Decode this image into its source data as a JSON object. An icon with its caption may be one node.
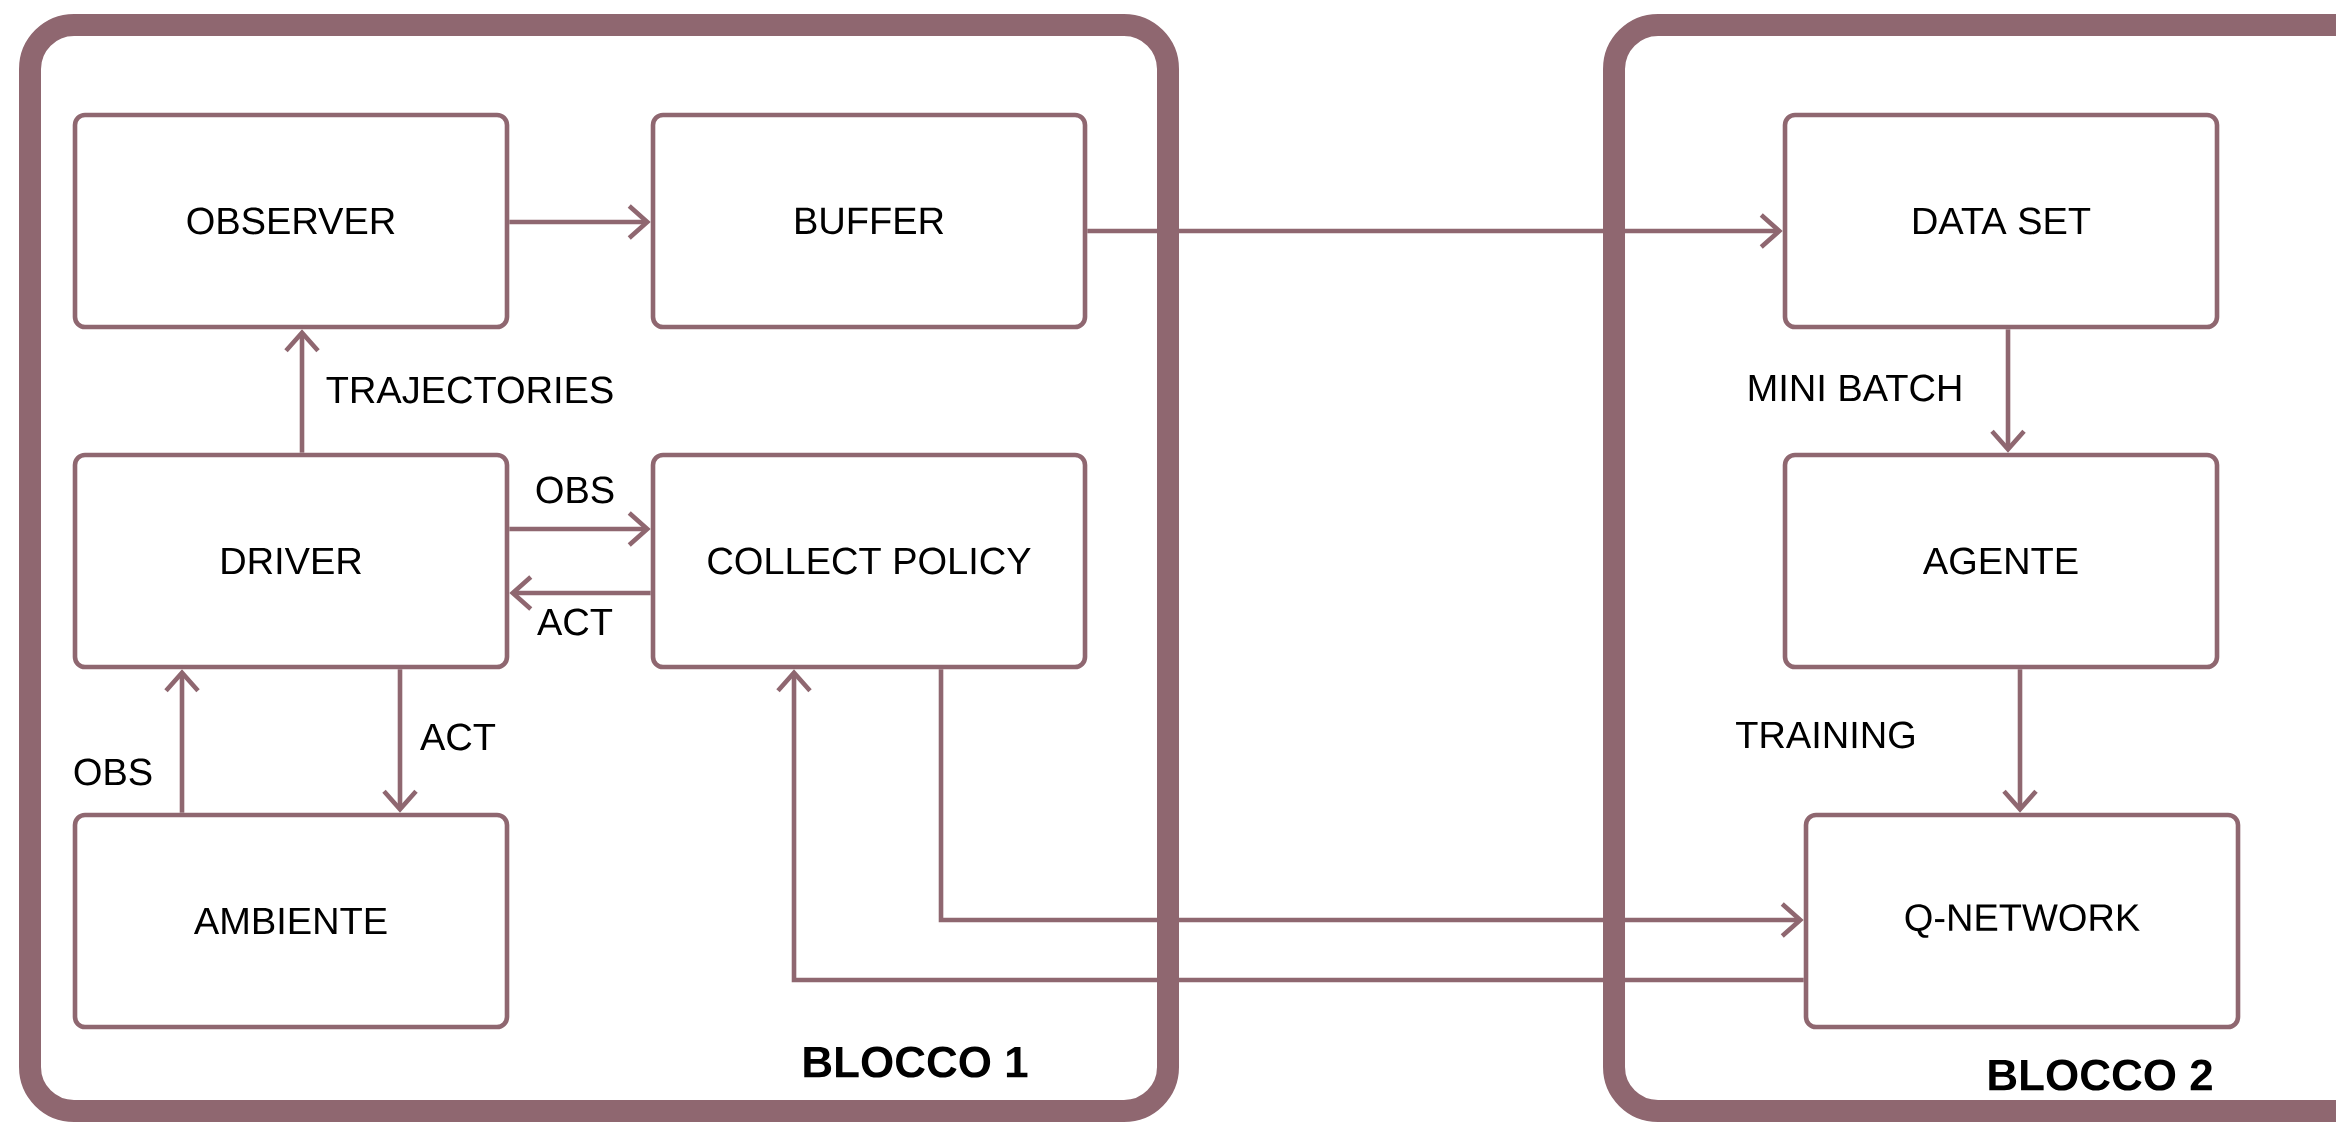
{
  "diagram": {
    "nodes": [
      {
        "text": [
          "BLOCCO 1"
        ]
      },
      {
        "text": [
          "OBSERVER"
        ],
        "in": 0
      },
      {
        "text": [
          "BUFFER"
        ],
        "in": 0
      },
      {
        "text": [
          "DRIVER"
        ],
        "in": 0
      },
      {
        "text": [
          "COLLECT POLICY"
        ],
        "in": 0
      },
      {
        "text": [
          "AMBIENTE"
        ],
        "in": 0
      },
      {
        "text": [
          "BLOCCO 2"
        ]
      },
      {
        "text": [
          "DATA SET"
        ],
        "in": 6
      },
      {
        "text": [
          "AGENTE"
        ],
        "in": 6
      },
      {
        "text": [
          "Q-NETWORK"
        ],
        "in": 6
      }
    ],
    "edges": [
      {
        "from": 1,
        "to": 2,
        "arrow": "to"
      },
      {
        "from": 2,
        "to": 7,
        "arrow": "to"
      },
      {
        "from": 3,
        "to": 1,
        "arrow": "to",
        "label": "TRAJECTORIES"
      },
      {
        "from": 3,
        "to": 4,
        "arrow": "to",
        "label": "OBS"
      },
      {
        "from": 4,
        "to": 3,
        "arrow": "to",
        "label": "ACT"
      },
      {
        "from": 5,
        "to": 3,
        "arrow": "to",
        "label": "OBS"
      },
      {
        "from": 3,
        "to": 5,
        "arrow": "to",
        "label": "ACT"
      },
      {
        "from": 7,
        "to": 8,
        "arrow": "to",
        "label": "MINI BATCH"
      },
      {
        "from": 8,
        "to": 9,
        "arrow": "to",
        "label": "TRAINING"
      },
      {
        "from": 4,
        "to": 9,
        "arrow": "to"
      },
      {
        "from": 9,
        "to": 4,
        "arrow": "to"
      }
    ]
  }
}
